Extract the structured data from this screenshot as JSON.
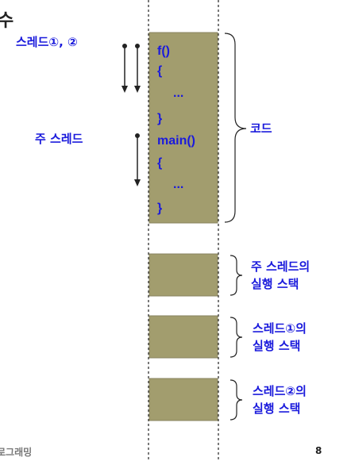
{
  "colors": {
    "box_fill": "#a29d6e",
    "box_border": "#888460",
    "text_accent": "#1a1adc",
    "line": "#222222"
  },
  "corner_text": "수",
  "labels": {
    "thread_12": "스레드①, ②",
    "main_thread": "주 스레드",
    "code": "코드",
    "main_stack_line1": "주 스레드의",
    "main_stack_line2": "실행 스택",
    "thread1_stack_line1": "스레드①의",
    "thread1_stack_line2": "실행 스택",
    "thread2_stack_line1": "스레드②의",
    "thread2_stack_line2": "실행 스택"
  },
  "code_lines": [
    "f()",
    "{",
    "...",
    "}",
    "main()",
    "{",
    "...",
    "}"
  ],
  "footer": {
    "left": "로그래밍",
    "page": "8"
  }
}
